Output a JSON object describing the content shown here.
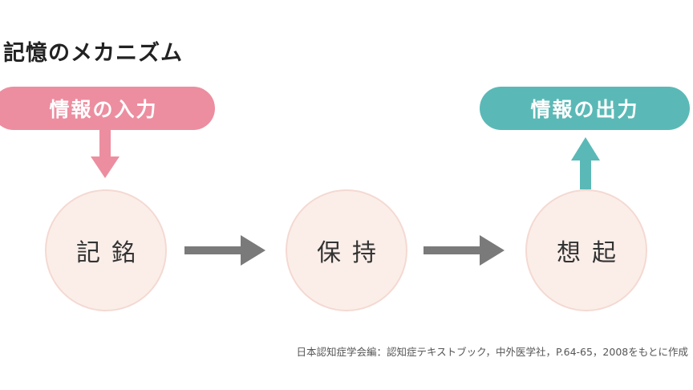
{
  "title": "記憶のメカニズム",
  "input_label": "情報の入力",
  "output_label": "情報の出力",
  "stages": [
    {
      "label": "記銘"
    },
    {
      "label": "保持"
    },
    {
      "label": "想起"
    }
  ],
  "source": "日本認知症学会編：認知症テキストブック，中外医学社，P.64-65，2008をもとに作成",
  "colors": {
    "input": "#ec8ea0",
    "output": "#5ab9b6",
    "node_fill": "#fbeee9",
    "node_border": "#f4d9d2",
    "flow_arrow": "#7a7a7a"
  }
}
